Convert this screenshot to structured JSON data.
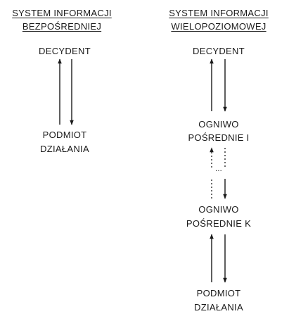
{
  "left_column": {
    "heading_line1": "SYSTEM INFORMACJI",
    "heading_line2": "BEZPOŚREDNIEJ",
    "top_node": "DECYDENT",
    "bottom_node_line1": "PODMIOT",
    "bottom_node_line2": "DZIAŁANIA"
  },
  "right_column": {
    "heading_line1": "SYSTEM INFORMACJI",
    "heading_line2": "WIELOPOZIOMOWEJ",
    "top_node": "DECYDENT",
    "mid1_line1": "OGNIWO",
    "mid1_line2": "POŚREDNIE I",
    "ellipsis": "...",
    "mid2_line1": "OGNIWO",
    "mid2_line2": "POŚREDNIE K",
    "bottom_node_line1": "PODMIOT",
    "bottom_node_line2": "DZIAŁANIA"
  },
  "colors": {
    "ink": "#1a1a1a",
    "background": "#ffffff"
  }
}
